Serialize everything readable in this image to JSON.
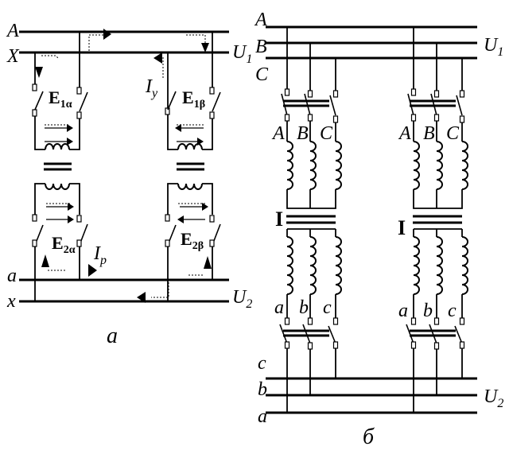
{
  "diagram_a": {
    "caption": "а",
    "bus_labels": {
      "A": "A",
      "X": "X",
      "a": "a",
      "x": "x"
    },
    "voltage_labels": {
      "U1": "U",
      "U1_sub": "1",
      "U2": "U",
      "U2_sub": "2"
    },
    "current_labels": {
      "Iy": "I",
      "Iy_sub": "у",
      "Ip": "I",
      "Ip_sub": "р"
    },
    "emf_labels": {
      "E1a": "E",
      "E1a_sub": "1α",
      "E1b": "E",
      "E1b_sub": "1β",
      "E2a": "E",
      "E2a_sub": "2α",
      "E2b": "E",
      "E2b_sub": "2β"
    }
  },
  "diagram_b": {
    "caption": "б",
    "hv_bus_labels": [
      "A",
      "B",
      "C"
    ],
    "lv_bus_labels": [
      "c",
      "b",
      "a"
    ],
    "voltage_labels": {
      "U1": "U",
      "U1_sub": "1",
      "U2": "U",
      "U2_sub": "2"
    },
    "transformers": [
      {
        "hv_phases": [
          "A",
          "B",
          "C"
        ],
        "lv_phases": [
          "a",
          "b",
          "c"
        ],
        "group": "I"
      },
      {
        "hv_phases": [
          "A",
          "B",
          "C"
        ],
        "lv_phases": [
          "a",
          "b",
          "c"
        ],
        "group": "I"
      }
    ]
  }
}
